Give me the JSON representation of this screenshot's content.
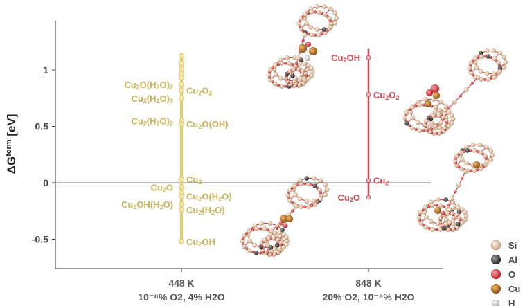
{
  "chart_data": {
    "type": "scatter",
    "ylabel": "ΔG",
    "ylabel_sup": "form",
    "ylabel_unit": "[eV]",
    "ylim": [
      -0.77,
      1.42
    ],
    "yticks": [
      {
        "value": 1,
        "label": "1"
      },
      {
        "value": 0.5,
        "label": "0.5"
      },
      {
        "value": 0,
        "label": "0"
      },
      {
        "value": -0.5,
        "label": "-0.5"
      }
    ],
    "zero_line": true,
    "grid": false,
    "columns": [
      {
        "temperature": "448 K",
        "conditions": "10⁻⁸% O2, 4% H2O",
        "color": "#dccb72",
        "line_range": [
          -0.52,
          1.14
        ],
        "points": [
          {
            "y": 1.12,
            "label": ""
          },
          {
            "y": 1.06,
            "label": ""
          },
          {
            "y": 1.01,
            "label": ""
          },
          {
            "y": 0.97,
            "label": ""
          },
          {
            "y": 0.93,
            "label": ""
          },
          {
            "y": 0.87,
            "label": "Cu2O(H2O)2",
            "side": "left"
          },
          {
            "y": 0.82,
            "label": "Cu2O2",
            "side": "right"
          },
          {
            "y": 0.75,
            "label": "Cu2(H2O)3",
            "side": "left"
          },
          {
            "y": 0.55,
            "label": "Cu2(H2O)2",
            "side": "left"
          },
          {
            "y": 0.52,
            "label": "Cu2O(OH)",
            "side": "right"
          },
          {
            "y": 0.03,
            "label": "Cu2",
            "side": "right"
          },
          {
            "y": -0.04,
            "label": "Cu2O",
            "side": "left"
          },
          {
            "y": -0.09,
            "label": ""
          },
          {
            "y": -0.12,
            "label": "Cu2O(H2O)",
            "side": "right"
          },
          {
            "y": -0.19,
            "label": "Cu2OH(H2O)",
            "side": "left"
          },
          {
            "y": -0.24,
            "label": "Cu2(H2O)",
            "side": "right"
          },
          {
            "y": -0.52,
            "label": "Cu2OH",
            "side": "right"
          }
        ]
      },
      {
        "temperature": "848 K",
        "conditions": "20% O2, 10⁻⁸% H2O",
        "color": "#d64550",
        "line_range": [
          -0.13,
          1.18
        ],
        "points": [
          {
            "y": 1.11,
            "label": "Cu2OH",
            "side": "left"
          },
          {
            "y": 0.78,
            "label": "Cu2O2",
            "side": "right"
          },
          {
            "y": 0.02,
            "label": "Cu2",
            "side": "right"
          },
          {
            "y": -0.13,
            "label": "Cu2O",
            "side": "left"
          }
        ]
      }
    ],
    "legend": {
      "placement": "bottom-right",
      "items": [
        {
          "label": "Si",
          "color": "#e8c9a4"
        },
        {
          "label": "Al",
          "color": "#3a3a3a"
        },
        {
          "label": "O",
          "color": "#e0323c"
        },
        {
          "label": "Cu",
          "color": "#c07a22"
        },
        {
          "label": "H",
          "color": "#e6e6e6"
        }
      ]
    }
  }
}
